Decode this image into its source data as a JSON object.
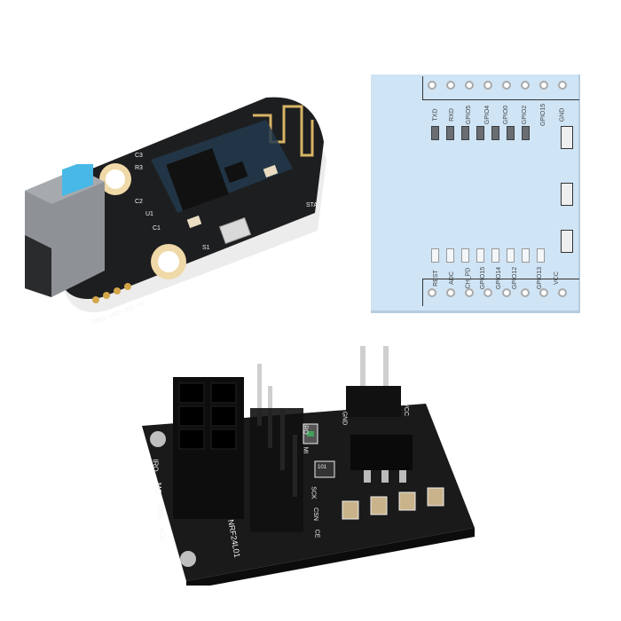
{
  "scene": {
    "background": "#ffffff",
    "description": "Three electronics modules on white background"
  },
  "bluetooth_module": {
    "board_color": "#1d1e20",
    "connector_color": "#8e9296",
    "connector_window": "#48b8e6",
    "antenna_color": "#d8b465",
    "labels": {
      "c3": "C3",
      "r3": "R3",
      "c2": "C2",
      "u1": "U1",
      "c1": "C1",
      "s1": "S1",
      "sta": "STA.",
      "pins": [
        "GND",
        "VCC",
        "RX",
        "TX"
      ]
    }
  },
  "esp_adapter": {
    "board_color": "#cfe4f5",
    "top_pins": [
      "TXD",
      "RXD",
      "GPIO5",
      "GPIO4",
      "GPIO0",
      "GPIO2",
      "GPIO15",
      "GND"
    ],
    "bottom_pins": [
      "REST",
      "ADC",
      "CH_PD",
      "GPIO15",
      "GPIO14",
      "GPIO12",
      "GPIO13",
      "VCC"
    ]
  },
  "nrf_adapter": {
    "board_color": "#1a1a1a",
    "chip_label": "NRF24L01",
    "left_labels": [
      "IRO",
      "MO",
      "CSN",
      "VCC"
    ],
    "right_labels": [
      "IRO",
      "MI",
      "SCK",
      "CSN",
      "CE",
      "GND",
      "VCC"
    ],
    "resistor_code": "101",
    "led_color": "#3fa05a"
  }
}
